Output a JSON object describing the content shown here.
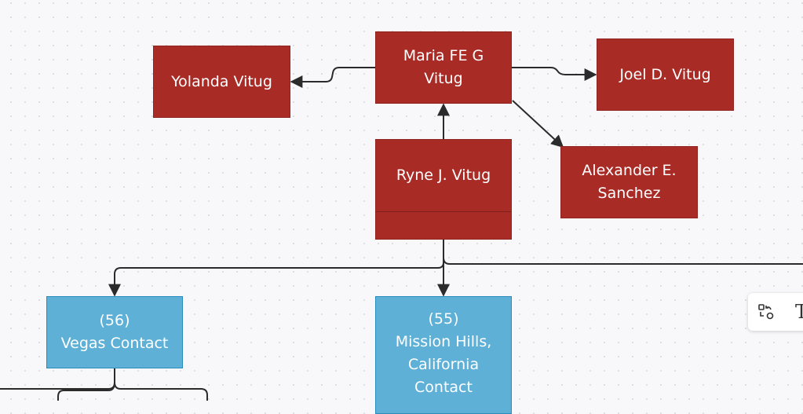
{
  "diagram": {
    "nodes": {
      "maria": {
        "label": "Maria FE G\nVitug"
      },
      "yolanda": {
        "label": "Yolanda Vitug"
      },
      "joel": {
        "label": "Joel D. Vitug"
      },
      "ryne": {
        "label": "Ryne J. Vitug"
      },
      "alexander": {
        "label": "Alexander E.\nSanchez"
      },
      "vegas": {
        "label": "(56)\nVegas Contact"
      },
      "mission_hills": {
        "label": "(55)\nMission Hills,\nCalifornia\nContact"
      }
    },
    "edges": [
      {
        "from": "maria",
        "to": "yolanda"
      },
      {
        "from": "maria",
        "to": "joel"
      },
      {
        "from": "maria",
        "to": "alexander"
      },
      {
        "from": "ryne",
        "to": "maria"
      },
      {
        "from": "ryne",
        "to": "vegas"
      },
      {
        "from": "ryne",
        "to": "mission_hills"
      },
      {
        "from": "ryne",
        "to": "offscreen-right"
      },
      {
        "from": "vegas",
        "to": "offscreen-below"
      }
    ],
    "colors": {
      "person_node": "#a82b26",
      "contact_node": "#5eb0d6",
      "connector": "#2b2b2b"
    }
  },
  "toolbar": {
    "items": [
      {
        "icon": "shape-swap-icon"
      },
      {
        "icon": "text-tool-icon",
        "glyph": "T"
      }
    ]
  }
}
